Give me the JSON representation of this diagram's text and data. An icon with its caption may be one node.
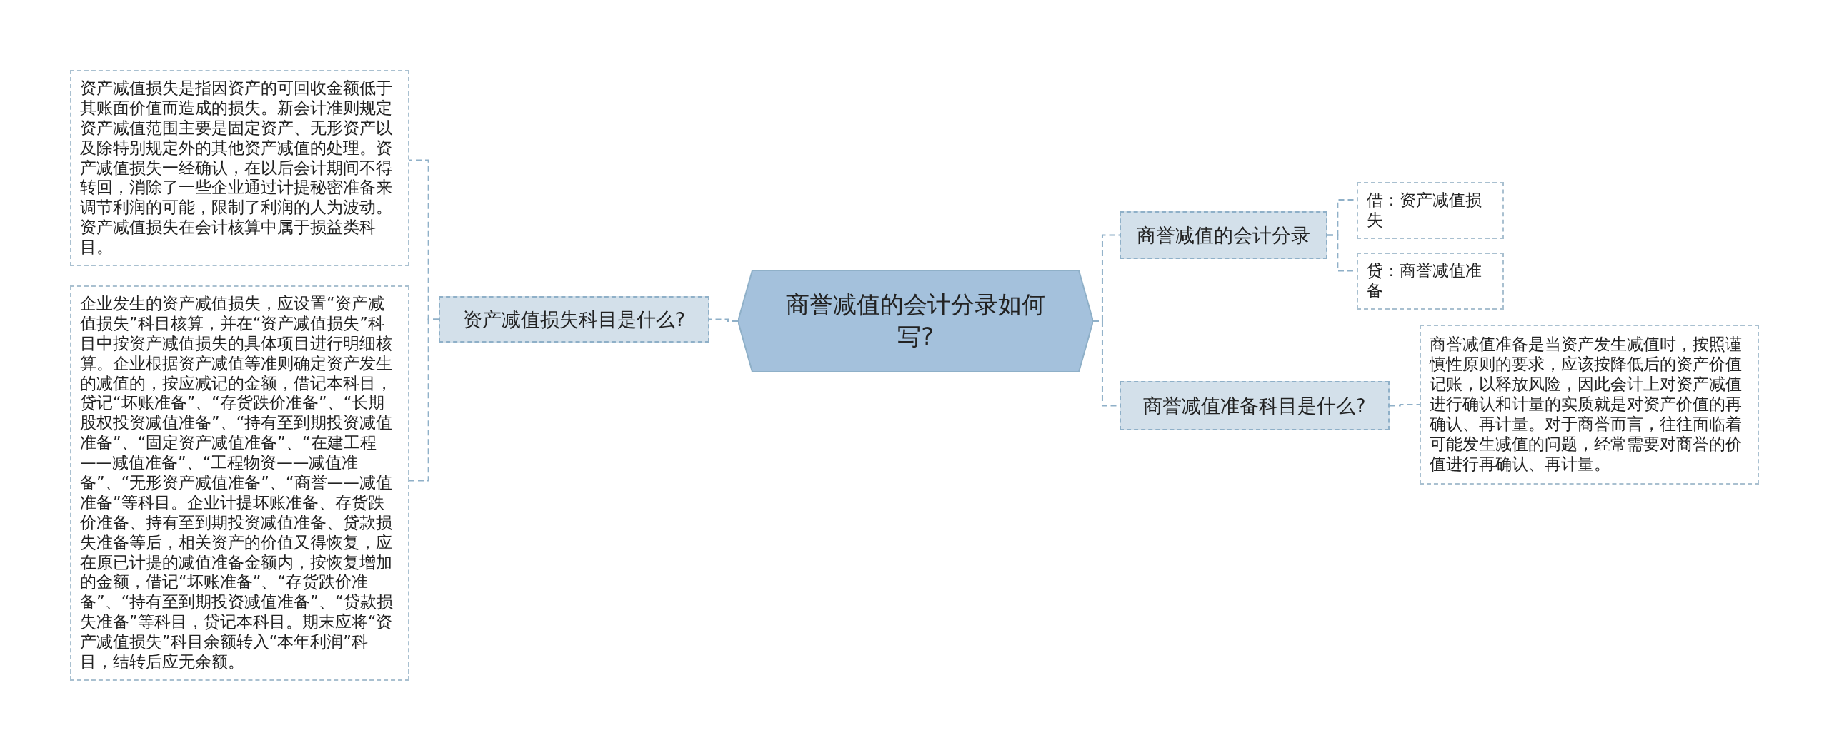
{
  "diagram": {
    "nodes": [
      {
        "text": [
          "商誉减值的会计分录如何写?"
        ]
      },
      {
        "text": [
          "资产减值损失科目是什么?"
        ]
      },
      {
        "text": [
          "资产减值损失是指因资产的可回收金额低于其账面价值而造成的损失。新会计准则规定资产减值范围主要是固定资产、无形资产以及除特别规定外的其他资产减值的处理。资产减值损失一经确认，在以后会计期间不得转回，消除了一些企业通过计提秘密准备来调节利润的可能，限制了利润的人为波动。资产减值损失在会计核算中属于损益类科目。"
        ]
      },
      {
        "text": [
          "企业发生的资产减值损失，应设置“资产减值损失”科目核算，并在“资产减值损失”科目中按资产减值损失的具体项目进行明细核算。企业根据资产减值等准则确定资产发生的减值的，按应减记的金额，借记本科目，贷记“坏账准备”、“存货跌价准备”、“长期股权投资减值准备”、“持有至到期投资减值准备”、“固定资产减值准备”、“在建工程——减值准备”、“工程物资——减值准备”、“无形资产减值准备”、“商誉——减值准备”等科目。企业计提坏账准备、存货跌价准备、持有至到期投资减值准备、贷款损失准备等后，相关资产的价值又得恢复，应在原已计提的减值准备金额内，按恢复增加的金额，借记“坏账准备”、“存货跌价准备”、“持有至到期投资减值准备”、“贷款损失准备”等科目，贷记本科目。期末应将“资产减值损失”科目余额转入“本年利润”科目，结转后应无余额。"
        ]
      },
      {
        "text": [
          "商誉减值的会计分录"
        ]
      },
      {
        "text": [
          "借：资产减值损失"
        ]
      },
      {
        "text": [
          "贷：商誉减值准备"
        ]
      },
      {
        "text": [
          "商誉减值准备科目是什么?"
        ]
      },
      {
        "text": [
          "商誉减值准备是当资产发生减值时，按照谨慎性原则的要求，应该按降低后的资产价值记账，以释放风险，因此会计上对资产减值进行确认和计量的实质就是对资产价值的再确认、再计量。对于商誉而言，往往面临着可能发生减值的问题，经常需要对商誉的价值进行再确认、再计量。"
        ]
      }
    ],
    "edges": [
      {
        "from": 0,
        "to": 1,
        "arrow": "none"
      },
      {
        "from": 1,
        "to": 2,
        "arrow": "none"
      },
      {
        "from": 1,
        "to": 3,
        "arrow": "none"
      },
      {
        "from": 0,
        "to": 4,
        "arrow": "none"
      },
      {
        "from": 4,
        "to": 5,
        "arrow": "none"
      },
      {
        "from": 4,
        "to": 6,
        "arrow": "none"
      },
      {
        "from": 0,
        "to": 7,
        "arrow": "none"
      },
      {
        "from": 7,
        "to": 8,
        "arrow": "none"
      }
    ]
  }
}
